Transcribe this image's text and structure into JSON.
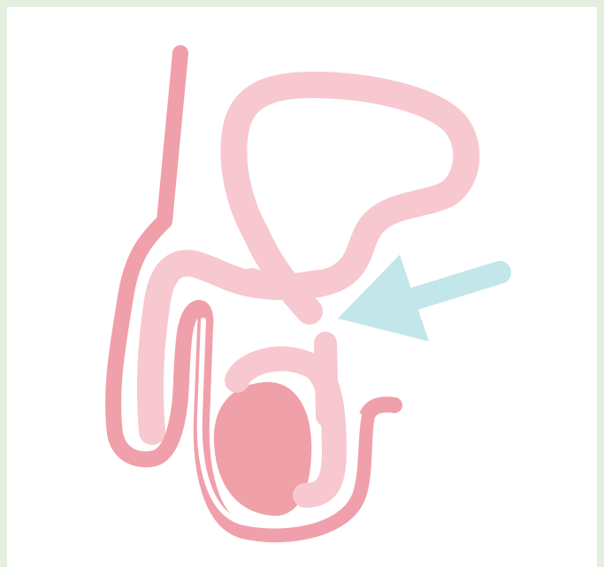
{
  "colors": {
    "page_background": "#e4efe0",
    "panel_background": "#ffffff",
    "outline_pink": "#f0a0aa",
    "duct_light_pink": "#f7c8d0",
    "testis_pink": "#f0a0a8",
    "arrow_blue": "#c2e6ea"
  },
  "illustration": {
    "parts": [
      {
        "name": "bladder-seminal-duct",
        "color": "duct_light_pink"
      },
      {
        "name": "penis-outline",
        "color": "outline_pink"
      },
      {
        "name": "urethra-tube",
        "color": "duct_light_pink"
      },
      {
        "name": "scrotum-outline",
        "color": "outline_pink"
      },
      {
        "name": "testis",
        "color": "testis_pink"
      },
      {
        "name": "epididymis",
        "color": "duct_light_pink"
      },
      {
        "name": "pointer-arrow",
        "color": "arrow_blue"
      }
    ]
  }
}
